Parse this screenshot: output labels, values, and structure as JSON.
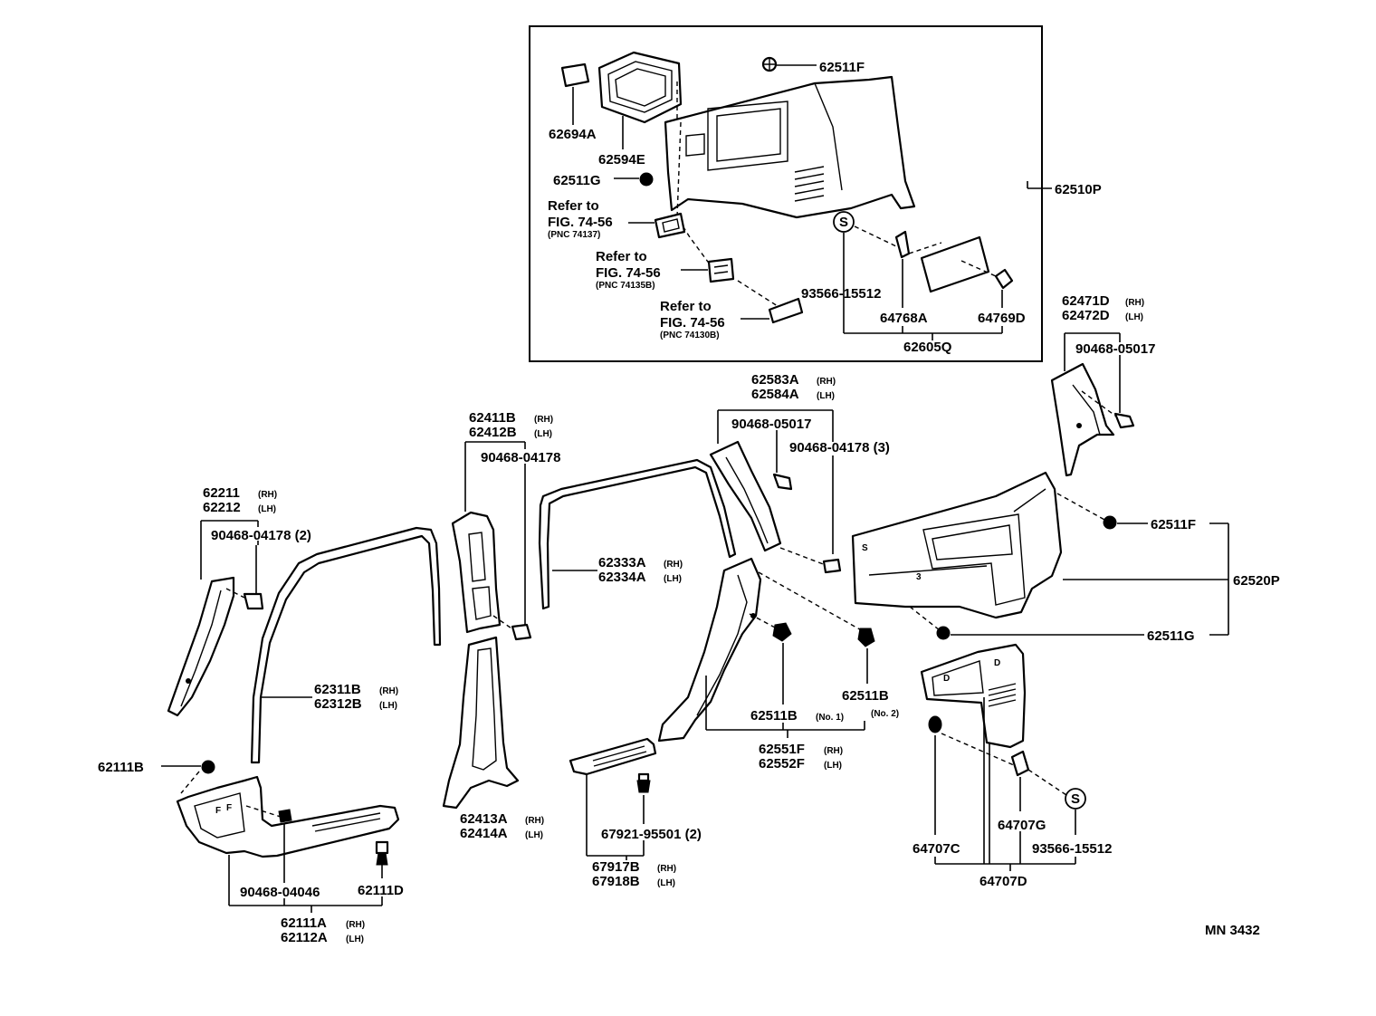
{
  "callouts": {
    "c62694A": "62694A",
    "c62594E": "62594E",
    "c62511F_top": "62511F",
    "c62511G_top": "62511G",
    "c62510P": "62510P",
    "ref1_a": "Refer to",
    "ref1_b": "FIG. 74-56",
    "ref1_c": "(PNC 74137)",
    "ref2_a": "Refer to",
    "ref2_b": "FIG. 74-56",
    "ref2_c": "(PNC 74135B)",
    "ref3_a": "Refer to",
    "ref3_b": "FIG. 74-56",
    "ref3_c": "(PNC 74130B)",
    "c93566_top": "93566-15512",
    "c64768A": "64768A",
    "c64769D": "64769D",
    "c62605Q": "62605Q",
    "c62471D": "62471D",
    "c62472D": "62472D",
    "c90468_05017_r": "90468-05017",
    "c62583A": "62583A",
    "c62584A": "62584A",
    "c90468_05017_m": "90468-05017",
    "c90468_04178_3": "90468-04178 (3)",
    "c62411B": "62411B",
    "c62412B": "62412B",
    "c90468_04178_b": "90468-04178",
    "c62211": "62211",
    "c62212": "62212",
    "c90468_04178_2": "90468-04178 (2)",
    "c62333A": "62333A",
    "c62334A": "62334A",
    "c62511F_r": "62511F",
    "c62520P": "62520P",
    "c62511G_r": "62511G",
    "c62311B": "62311B",
    "c62312B": "62312B",
    "c62511B_r": "62511B",
    "c62511B_no2": "(No. 2)",
    "c62511B_m": "62511B",
    "c62511B_no1": "(No. 1)",
    "c62551F": "62551F",
    "c62552F": "62552F",
    "c62111B": "62111B",
    "c62413A": "62413A",
    "c62414A": "62414A",
    "c67921": "67921-95501 (2)",
    "c67917B": "67917B",
    "c67918B": "67918B",
    "c64707G": "64707G",
    "c64707C": "64707C",
    "c93566_bot": "93566-15512",
    "c64707D": "64707D",
    "c90468_04046": "90468-04046",
    "c62111D": "62111D",
    "c62111A": "62111A",
    "c62112A": "62112A",
    "rh": "(RH)",
    "lh": "(LH)",
    "s_mark": "S",
    "figure_code": "MN  3432"
  }
}
